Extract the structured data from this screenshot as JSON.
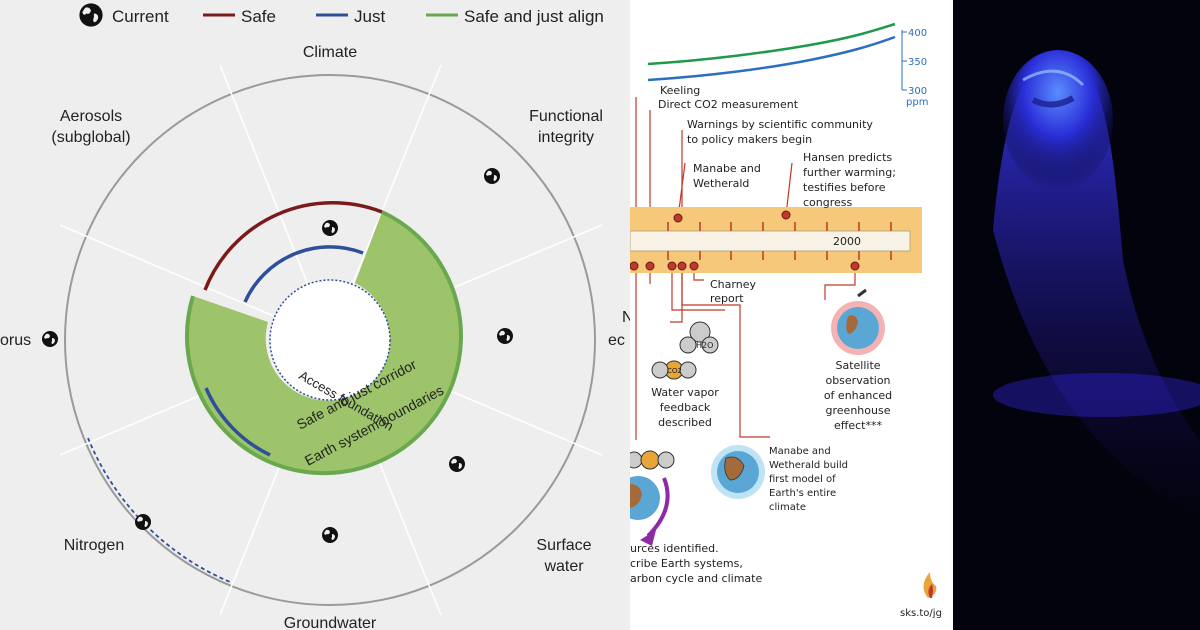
{
  "colors": {
    "safe": "#7a1a1a",
    "just": "#2e4f9a",
    "safe_and_just": "#6aa84f",
    "corridor_fill": "#9dc46a",
    "timeline_band": "#f5c87a",
    "marker": "#c0392b",
    "glow": "#3b3bff"
  },
  "legend": {
    "current": "Current",
    "safe": "Safe",
    "just": "Just",
    "safe_just": "Safe and just align"
  },
  "domains": {
    "climate": "Climate",
    "functional_line1": "Functional",
    "functional_line2": "integrity",
    "aerosols_line1": "Aerosols",
    "aerosols_line2": "(subglobal)",
    "phosphorus": "orus",
    "right_partial_1": "N",
    "right_partial_2": "ec",
    "nitrogen": "Nitrogen",
    "groundwater": "Groundwater",
    "surface_line1": "Surface",
    "surface_line2": "water"
  },
  "inner_labels": {
    "access": "Access foundation",
    "corridor": "Safe and just corridor",
    "boundaries": "Earth system boundaries"
  },
  "timeline": {
    "axis_ticks": [
      "400",
      "350",
      "300"
    ],
    "axis_unit": "ppm",
    "year": "2000",
    "keeling_1": "Keeling",
    "keeling_2": "Direct CO2 measurement",
    "warnings_1": "Warnings by scientific community",
    "warnings_2": "to policy makers begin",
    "manabe_1": "Manabe and",
    "manabe_2": "Wetherald",
    "hansen_1": "Hansen predicts",
    "hansen_2": "further warming;",
    "hansen_3": "testifies before",
    "hansen_4": "congress",
    "charney_1": "Charney",
    "charney_2": "report",
    "h2o": "H2O",
    "co2": "CO2",
    "water_1": "Water vapor",
    "water_2": "feedback",
    "water_3": "described",
    "satellite_1": "Satellite",
    "satellite_2": "observation",
    "satellite_3": "of enhanced",
    "satellite_4": "greenhouse",
    "satellite_5": "effect***",
    "model_1": "Manabe and",
    "model_2": "Wetherald build",
    "model_3": "first model of",
    "model_4": "Earth's entire",
    "model_5": "climate",
    "sources_1": "urces identified.",
    "sources_2": "cribe Earth systems,",
    "sources_3": "arbon cycle and climate",
    "credit": "sks.to/jg"
  }
}
